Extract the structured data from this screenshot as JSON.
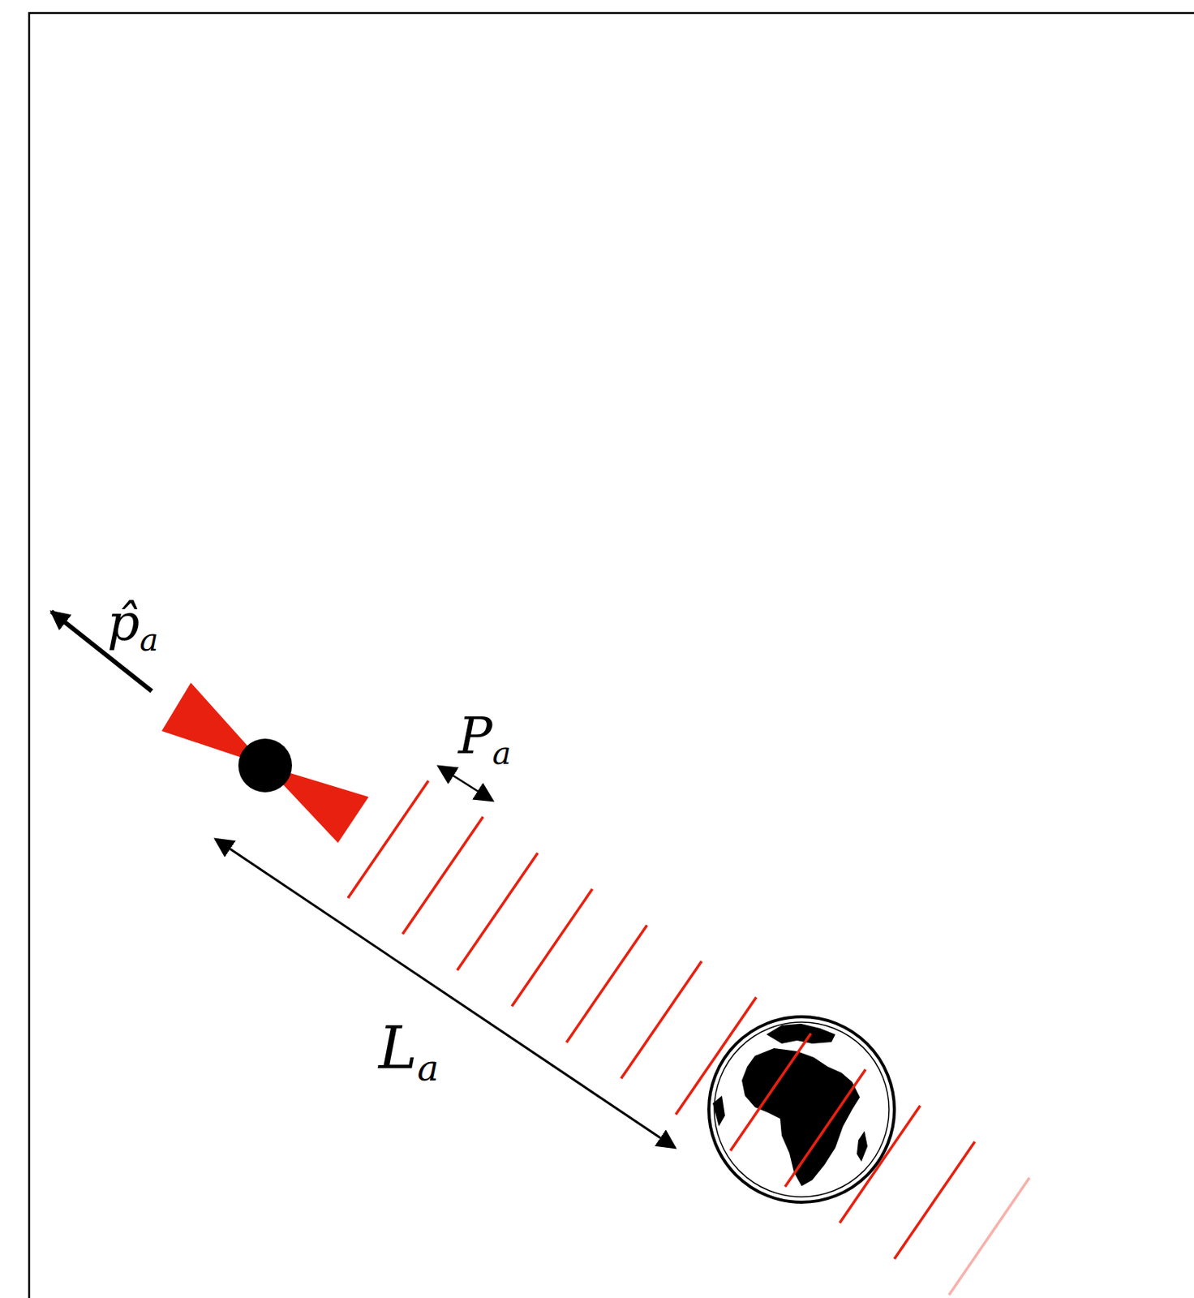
{
  "diagram": {
    "labels": [
      "p̂a",
      "Pa",
      "La"
    ]
  }
}
